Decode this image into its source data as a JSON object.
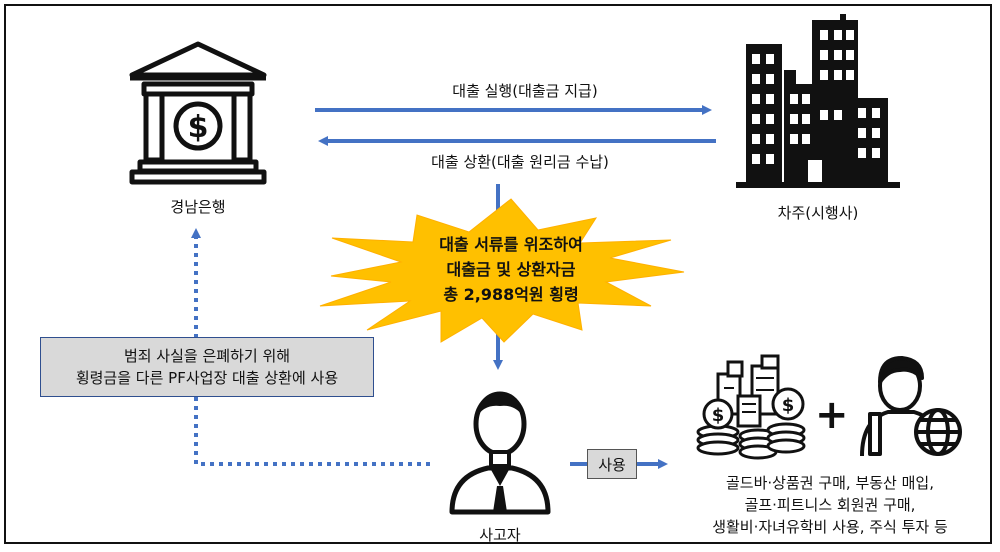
{
  "bank": {
    "label": "경남은행"
  },
  "borrower": {
    "label": "차주(시행사)"
  },
  "perpetrator": {
    "label": "사고자"
  },
  "flows": {
    "loan_execution": "대출 실행(대출금 지급)",
    "loan_repayment": "대출 상환(대출 원리금 수납)"
  },
  "embezzlement": {
    "line1": "대출 서류를 위조하여",
    "line2": "대출금 및 상환자금",
    "line3": "총 2,988억원 횡령"
  },
  "concealment": {
    "line1": "범죄 사실을 은폐하기 위해",
    "line2": "횡령금을 다른 PF사업장 대출 상환에 사용"
  },
  "usage": {
    "tag": "사용",
    "line1": "골드바·상품권 구매, 부동산 매입,",
    "line2": "골프·피트니스 회원권 구매,",
    "line3": "생활비·자녀유학비 사용, 주식 투자 등"
  },
  "colors": {
    "arrow_blue": "#4472c4",
    "burst_yellow": "#ffc000",
    "box_gray": "#d9d9d9"
  }
}
